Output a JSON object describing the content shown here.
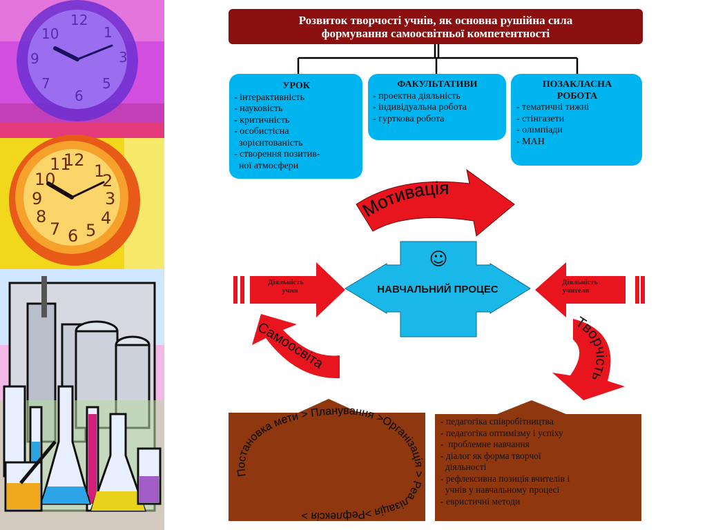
{
  "title": {
    "line1": "Розвиток творчості учнів, як основна рушійна сила",
    "line2": "формування самоосвітньої компетентності"
  },
  "boxes": {
    "urok": {
      "title": "УРОК",
      "items": [
        "- інтерактивність",
        "- науковість",
        "- критичність",
        "- особистісна",
        "  зорієнтованість",
        "- створення позитив-",
        "  ної атмосфери"
      ]
    },
    "fakultatyvy": {
      "title": "ФАКУЛЬТАТИВИ",
      "items": [
        "- проектна діяльність",
        "- індивідуальна робота",
        "- гурткова робота"
      ]
    },
    "pozaklasna": {
      "title_line1": "ПОЗАКЛАСНА",
      "title_line2": "РОБОТА",
      "items": [
        "- тематичні тижні",
        "- стінгазети",
        "- олімпіади",
        "- МАН"
      ]
    }
  },
  "center": {
    "label": "НАВЧАЛЬНИЙ ПРОЦЕС",
    "smiley": "☺"
  },
  "arrows": {
    "motyvatsiia": "Мотивація",
    "samoosvita": "Самоосвіта",
    "tvorchist": "Творчість",
    "diialnist_uchnia": [
      "Діяльність",
      "учня"
    ],
    "diialnist_uchytelia": [
      "Діяльність",
      "учителя"
    ]
  },
  "cycle_text": "Постановка мети > Планування >Організація > Реалізація >Рефлексія >",
  "methods": [
    "- педагогіка співробітництва",
    "- педагогіка оптимізму і успіху",
    "-  проблемне навчання",
    "- діалог як форма творчої",
    "  діяльності",
    "- рефлексивна позиція вчителів і",
    "  учнів у навчальному процесі",
    "- евристичні методи"
  ],
  "colors": {
    "banner": "#8b0f0f",
    "blue": "#00b4f0",
    "red": "#e8141e",
    "brown": "#8f3810"
  }
}
